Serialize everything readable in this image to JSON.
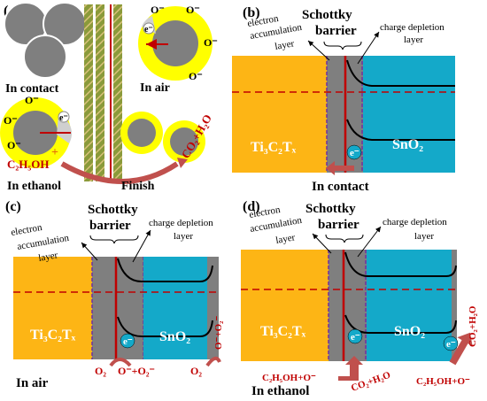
{
  "panel_a": {
    "tag": "(a)",
    "in_contact": "In contact",
    "in_air": "In air",
    "in_ethanol": "In ethanol",
    "finish": "Finish",
    "o_minus": "O⁻",
    "e_minus": "e⁻",
    "ethanol": "C₂H₅OH",
    "plus": "+",
    "product": "CO₂+H₂O"
  },
  "panel_b": {
    "tag": "(b)",
    "electron_acc_1": "electron",
    "electron_acc_2": "accumulation",
    "electron_acc_3": "layer",
    "schottky_1": "Schottky",
    "schottky_2": "barrier",
    "depletion_1": "charge depletion",
    "depletion_2": "layer",
    "left_material": "Ti₃C₂Tₓ",
    "right_material": "SnO₂",
    "e_minus": "e⁻",
    "caption": "In  contact"
  },
  "panel_c": {
    "tag": "(c)",
    "electron_acc_1": "electron",
    "electron_acc_2": "accumulation",
    "electron_acc_3": "layer",
    "schottky_1": "Schottky",
    "schottky_2": "barrier",
    "depletion_1": "charge depletion",
    "depletion_2": "layer",
    "left_material": "Ti₃C₂Tₓ",
    "right_material": "SnO₂",
    "e_minus": "e⁻",
    "reaction_a": "O₂",
    "reaction_b": "O⁻+O₂⁻",
    "reaction_c": "O₂",
    "reaction_d": "O⁻+O₂⁻",
    "caption": "In  air"
  },
  "panel_d": {
    "tag": "(d)",
    "electron_acc_1": "electron",
    "electron_acc_2": "accumulation",
    "electron_acc_3": "layer",
    "schottky_1": "Schottky",
    "schottky_2": "barrier",
    "depletion_1": "charge depletion",
    "depletion_2": "layer",
    "left_material": "Ti₃C₂Tₓ",
    "right_material": "SnO₂",
    "e_minus": "e⁻",
    "reaction_in": "C₂H₅OH+O⁻",
    "reaction_out": "CO₂+H₂O",
    "reaction_in_2": "C₂H₅OH+O⁻",
    "reaction_out_2": "CO₂+H₂O",
    "caption": "In  ethanol"
  },
  "colors": {
    "mxene": "#FDB515",
    "sno2": "#14A9C9",
    "barrier": "#7F7F7F",
    "yellow": "#FFFF00",
    "red": "#C00000",
    "arrow": "#C0504D"
  }
}
